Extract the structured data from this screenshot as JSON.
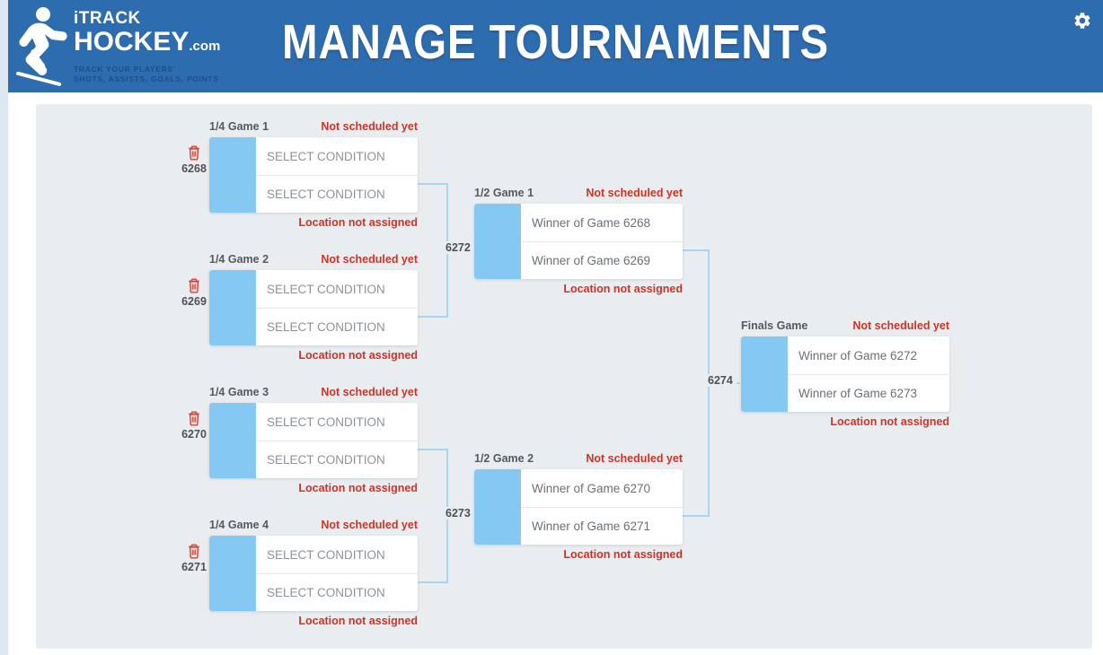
{
  "header": {
    "title": "MANAGE TOURNAMENTS",
    "logo": {
      "line1": "iTRACK",
      "line2": "HOCKEY",
      "dotcom": ".com",
      "tagline_1": "TRACK YOUR PLAYERS'",
      "tagline_2": "SHOTS, ASSISTS, GOALS, POINTS",
      "skater_icon": "hockey-player-icon"
    },
    "settings_icon": "gear-icon",
    "bg_color": "#2e6cb0"
  },
  "colors": {
    "header_blue": "#2e6cb0",
    "panel_gray": "#eaedf0",
    "slot_blue": "#85c9f3",
    "connector_blue": "#a8d6f2",
    "alert_red": "#cf3327",
    "label_gray": "#555a5e"
  },
  "bracket": {
    "quarterfinals": [
      {
        "id": "6268",
        "name": "1/4 Game 1",
        "schedule_status": "Not scheduled yet",
        "location_status": "Location not assigned",
        "delete_icon": "trash-icon",
        "slots": [
          "SELECT CONDITION",
          "SELECT CONDITION"
        ]
      },
      {
        "id": "6269",
        "name": "1/4 Game 2",
        "schedule_status": "Not scheduled yet",
        "location_status": "Location not assigned",
        "delete_icon": "trash-icon",
        "slots": [
          "SELECT CONDITION",
          "SELECT CONDITION"
        ]
      },
      {
        "id": "6270",
        "name": "1/4 Game 3",
        "schedule_status": "Not scheduled yet",
        "location_status": "Location not assigned",
        "delete_icon": "trash-icon",
        "slots": [
          "SELECT CONDITION",
          "SELECT CONDITION"
        ]
      },
      {
        "id": "6271",
        "name": "1/4 Game 4",
        "schedule_status": "Not scheduled yet",
        "location_status": "Location not assigned",
        "delete_icon": "trash-icon",
        "slots": [
          "SELECT CONDITION",
          "SELECT CONDITION"
        ]
      }
    ],
    "semifinals": [
      {
        "id": "6272",
        "name": "1/2 Game 1",
        "schedule_status": "Not scheduled yet",
        "location_status": "Location not assigned",
        "slots": [
          "Winner of Game 6268",
          "Winner of Game 6269"
        ]
      },
      {
        "id": "6273",
        "name": "1/2 Game 2",
        "schedule_status": "Not scheduled yet",
        "location_status": "Location not assigned",
        "slots": [
          "Winner of Game 6270",
          "Winner of Game 6271"
        ]
      }
    ],
    "final": {
      "id": "6274",
      "name": "Finals Game",
      "schedule_status": "Not scheduled yet",
      "location_status": "Location not assigned",
      "slots": [
        "Winner of Game 6272",
        "Winner of Game 6273"
      ]
    }
  }
}
